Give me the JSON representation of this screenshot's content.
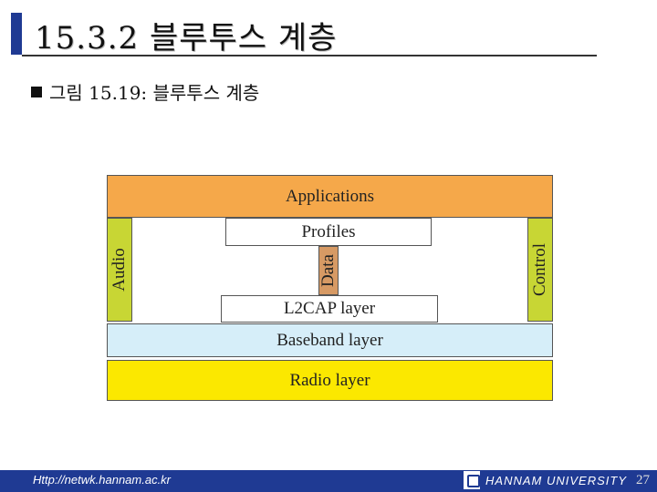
{
  "title": "15.3.2 블루투스 계층",
  "caption": "그림 15.19: 블루투스 계층",
  "diagram": {
    "applications": "Applications",
    "profiles": "Profiles",
    "data": "Data",
    "audio": "Audio",
    "control": "Control",
    "l2cap": "L2CAP layer",
    "baseband": "Baseband layer",
    "radio": "Radio layer"
  },
  "footer": {
    "url": "Http://netwk.hannam.ac.kr",
    "university": "HANNAM UNIVERSITY",
    "page_number": "27"
  }
}
